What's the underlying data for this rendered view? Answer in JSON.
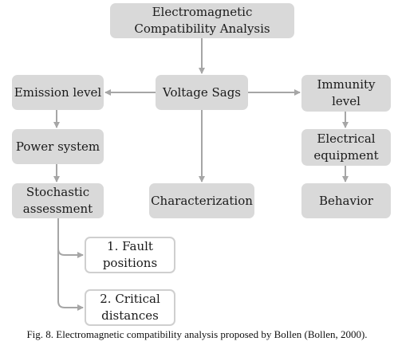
{
  "diagram": {
    "nodes": {
      "emc": "Electromagnetic\nCompatibility Analysis",
      "voltage_sags": "Voltage Sags",
      "emission_level": "Emission level",
      "immunity_level": "Immunity\nlevel",
      "power_system": "Power system",
      "electrical_equipment": "Electrical\nequipment",
      "stochastic_assessment": "Stochastic\nassessment",
      "characterization": "Characterization",
      "behavior": "Behavior",
      "fault_positions": "1. Fault\npositions",
      "critical_distances": "2. Critical\ndistances"
    },
    "edges": [
      [
        "emc",
        "voltage_sags"
      ],
      [
        "voltage_sags",
        "emission_level"
      ],
      [
        "voltage_sags",
        "immunity_level"
      ],
      [
        "voltage_sags",
        "characterization"
      ],
      [
        "emission_level",
        "power_system"
      ],
      [
        "power_system",
        "stochastic_assessment"
      ],
      [
        "immunity_level",
        "electrical_equipment"
      ],
      [
        "electrical_equipment",
        "behavior"
      ],
      [
        "stochastic_assessment",
        "fault_positions"
      ],
      [
        "stochastic_assessment",
        "critical_distances"
      ]
    ],
    "colors": {
      "box_fill": "#d9d9d9",
      "outline_border": "#cfcfcf",
      "connector": "#a6a6a6"
    }
  },
  "caption": "Fig. 8. Electromagnetic compatibility analysis proposed by Bollen (Bollen, 2000)."
}
